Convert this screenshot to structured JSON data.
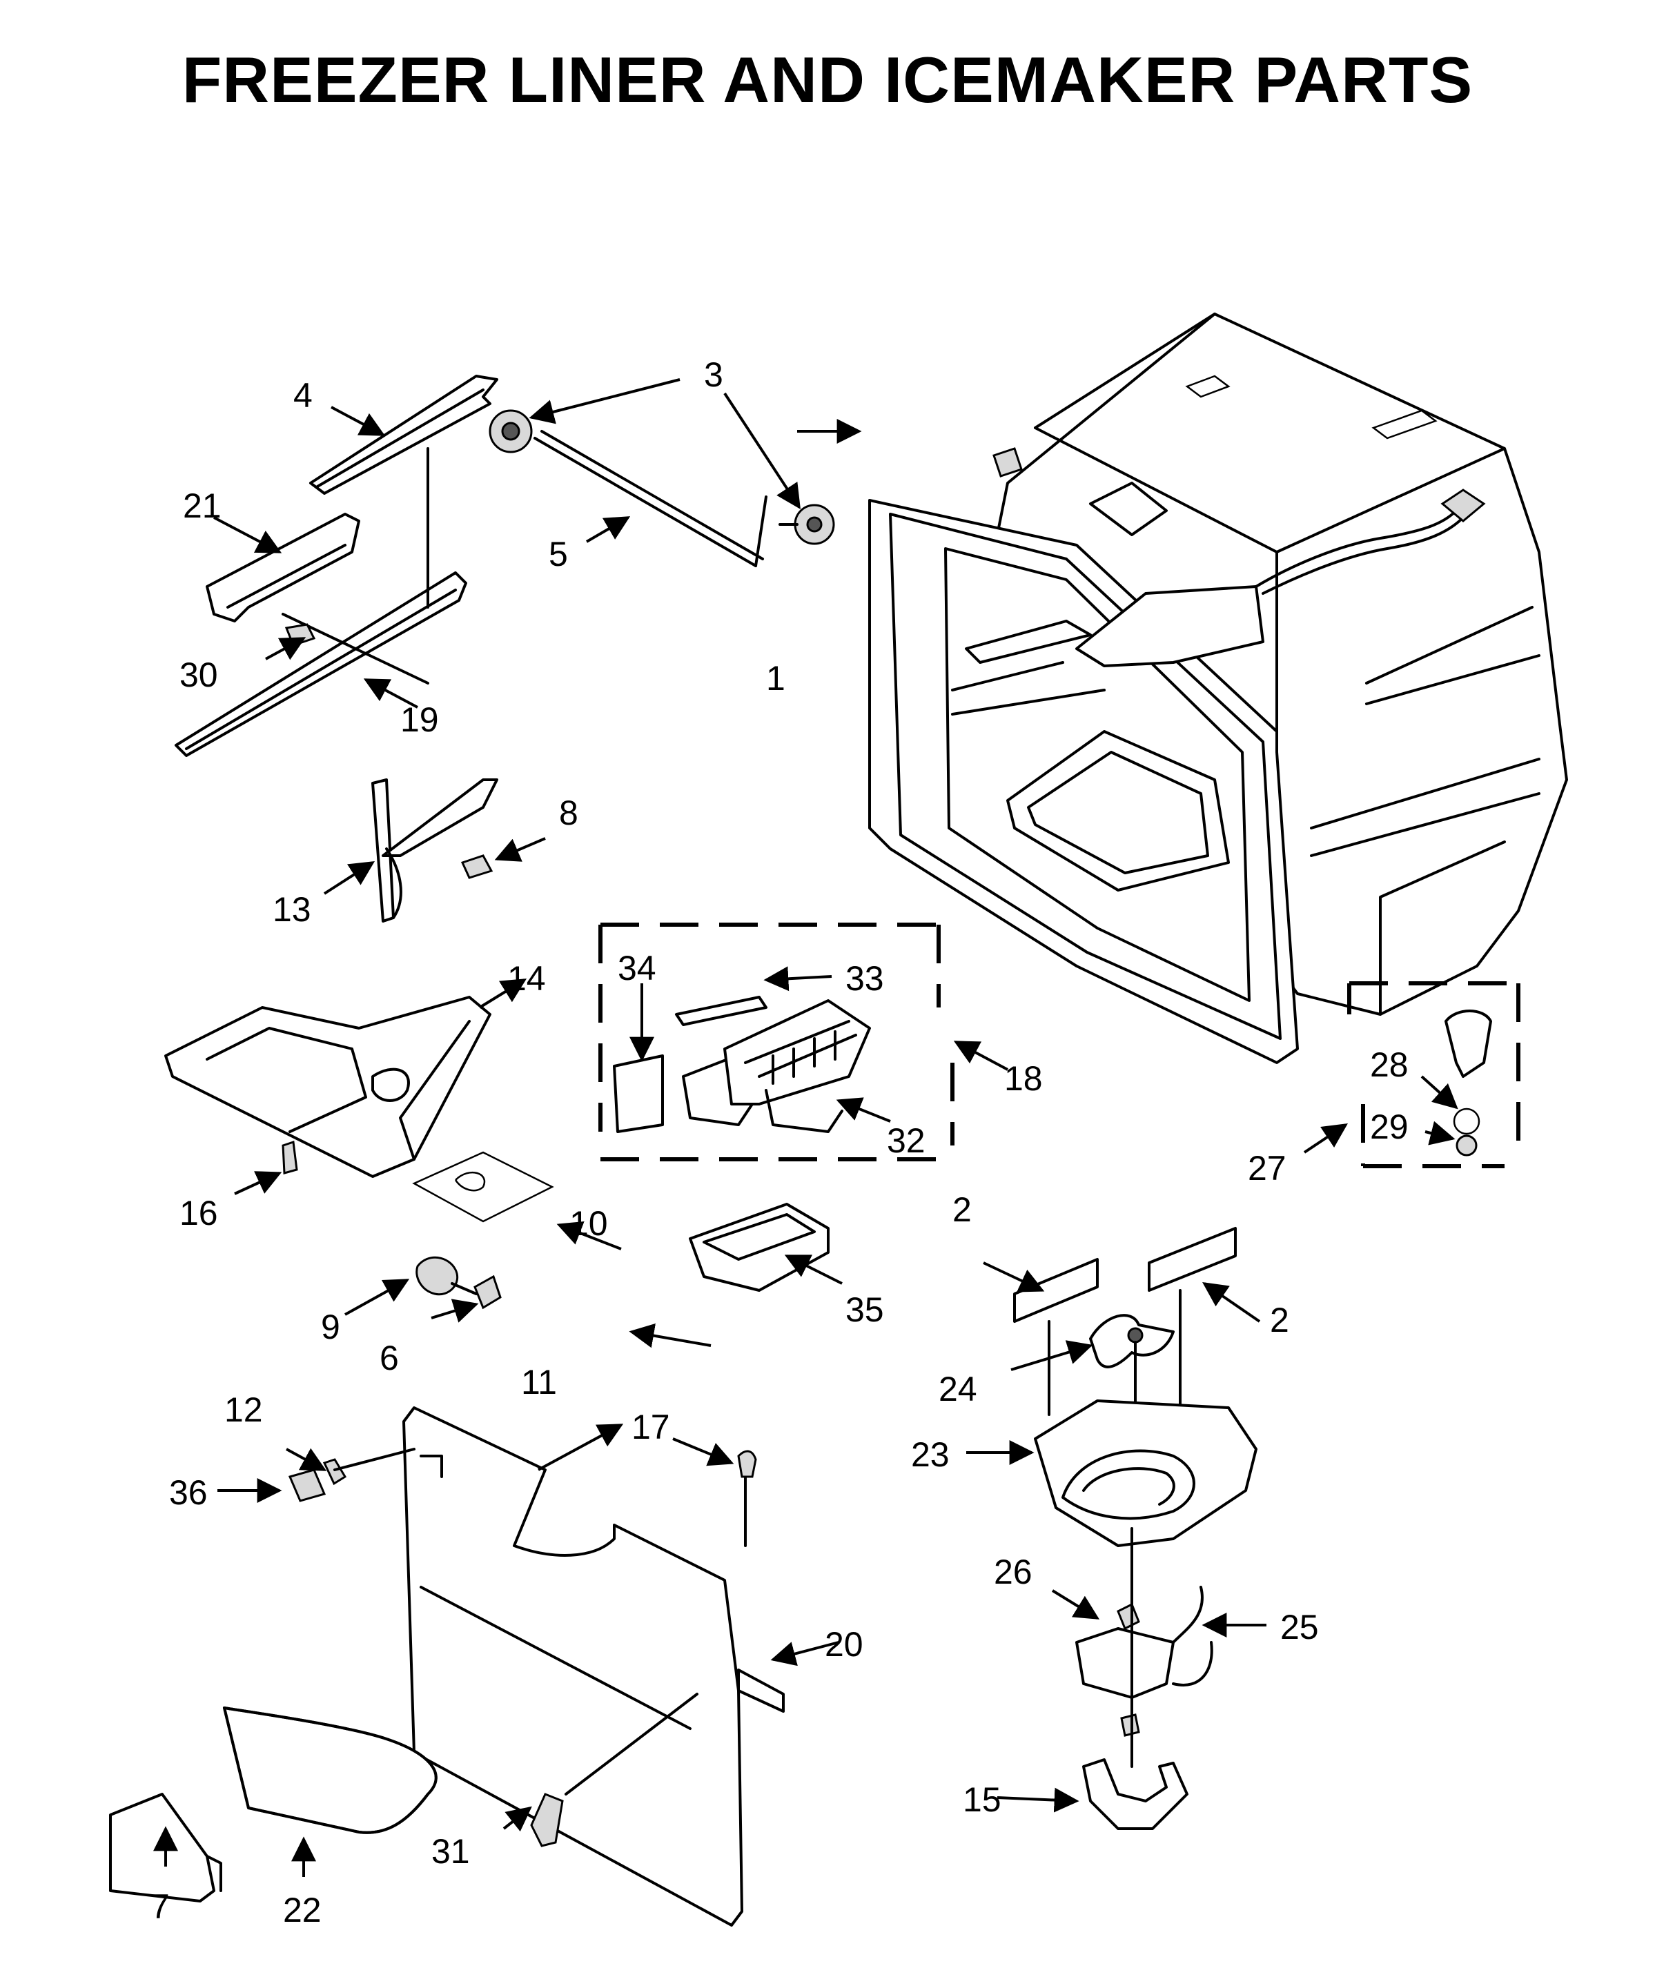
{
  "title": "FREEZER LINER AND ICEMAKER PARTS",
  "callouts": [
    "1",
    "2",
    "2",
    "3",
    "4",
    "5",
    "6",
    "7",
    "8",
    "9",
    "10",
    "11",
    "12",
    "13",
    "14",
    "15",
    "16",
    "17",
    "18",
    "19",
    "20",
    "21",
    "22",
    "23",
    "24",
    "25",
    "26",
    "27",
    "28",
    "29",
    "30",
    "31",
    "32",
    "33",
    "34",
    "35",
    "36"
  ]
}
